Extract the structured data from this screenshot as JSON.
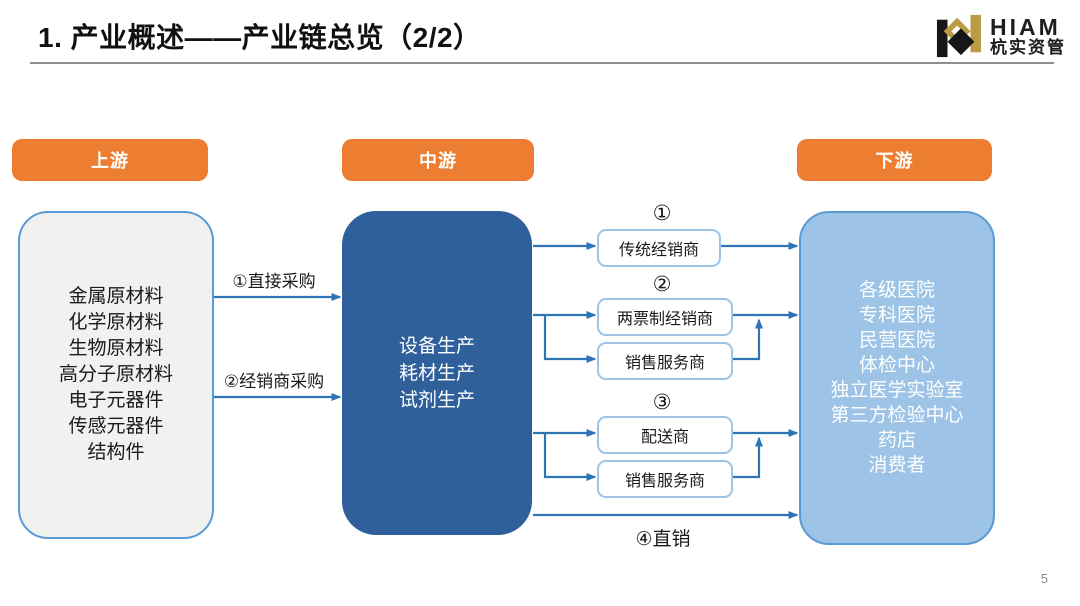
{
  "slide": {
    "title": "1. 产业概述——产业链总览（2/2）",
    "page_number": "5"
  },
  "logo": {
    "name": "HIAM",
    "subtitle": "杭实资管"
  },
  "stages": {
    "upstream": "上游",
    "midstream": "中游",
    "downstream": "下游"
  },
  "upstream_box": {
    "items": [
      "金属原材料",
      "化学原材料",
      "生物原材料",
      "高分子原材料",
      "电子元器件",
      "传感元器件",
      "结构件"
    ]
  },
  "midstream_box": {
    "items": [
      "设备生产",
      "耗材生产",
      "试剂生产"
    ]
  },
  "downstream_box": {
    "items": [
      "各级医院",
      "专科医院",
      "民营医院",
      "体检中心",
      "独立医学实验室",
      "第三方检验中心",
      "药店",
      "消费者"
    ]
  },
  "flows": {
    "direct_purchase_label": "①直接采购",
    "distributor_purchase_label": "②经销商采购",
    "channel1_number": "①",
    "channel1_box": "传统经销商",
    "channel2_number": "②",
    "channel2_box_top": "两票制经销商",
    "channel2_box_bottom": "销售服务商",
    "channel3_number": "③",
    "channel3_box_top": "配送商",
    "channel3_box_bottom": "销售服务商",
    "direct_sales_label": "④直销"
  },
  "colors": {
    "accent_orange": "#ED7D31",
    "dark_blue": "#30609C",
    "light_blue": "#9DC3E6",
    "border_blue": "#5B9BD5",
    "arrow_blue": "#2E75B6",
    "logo_gold": "#BD9B44"
  }
}
